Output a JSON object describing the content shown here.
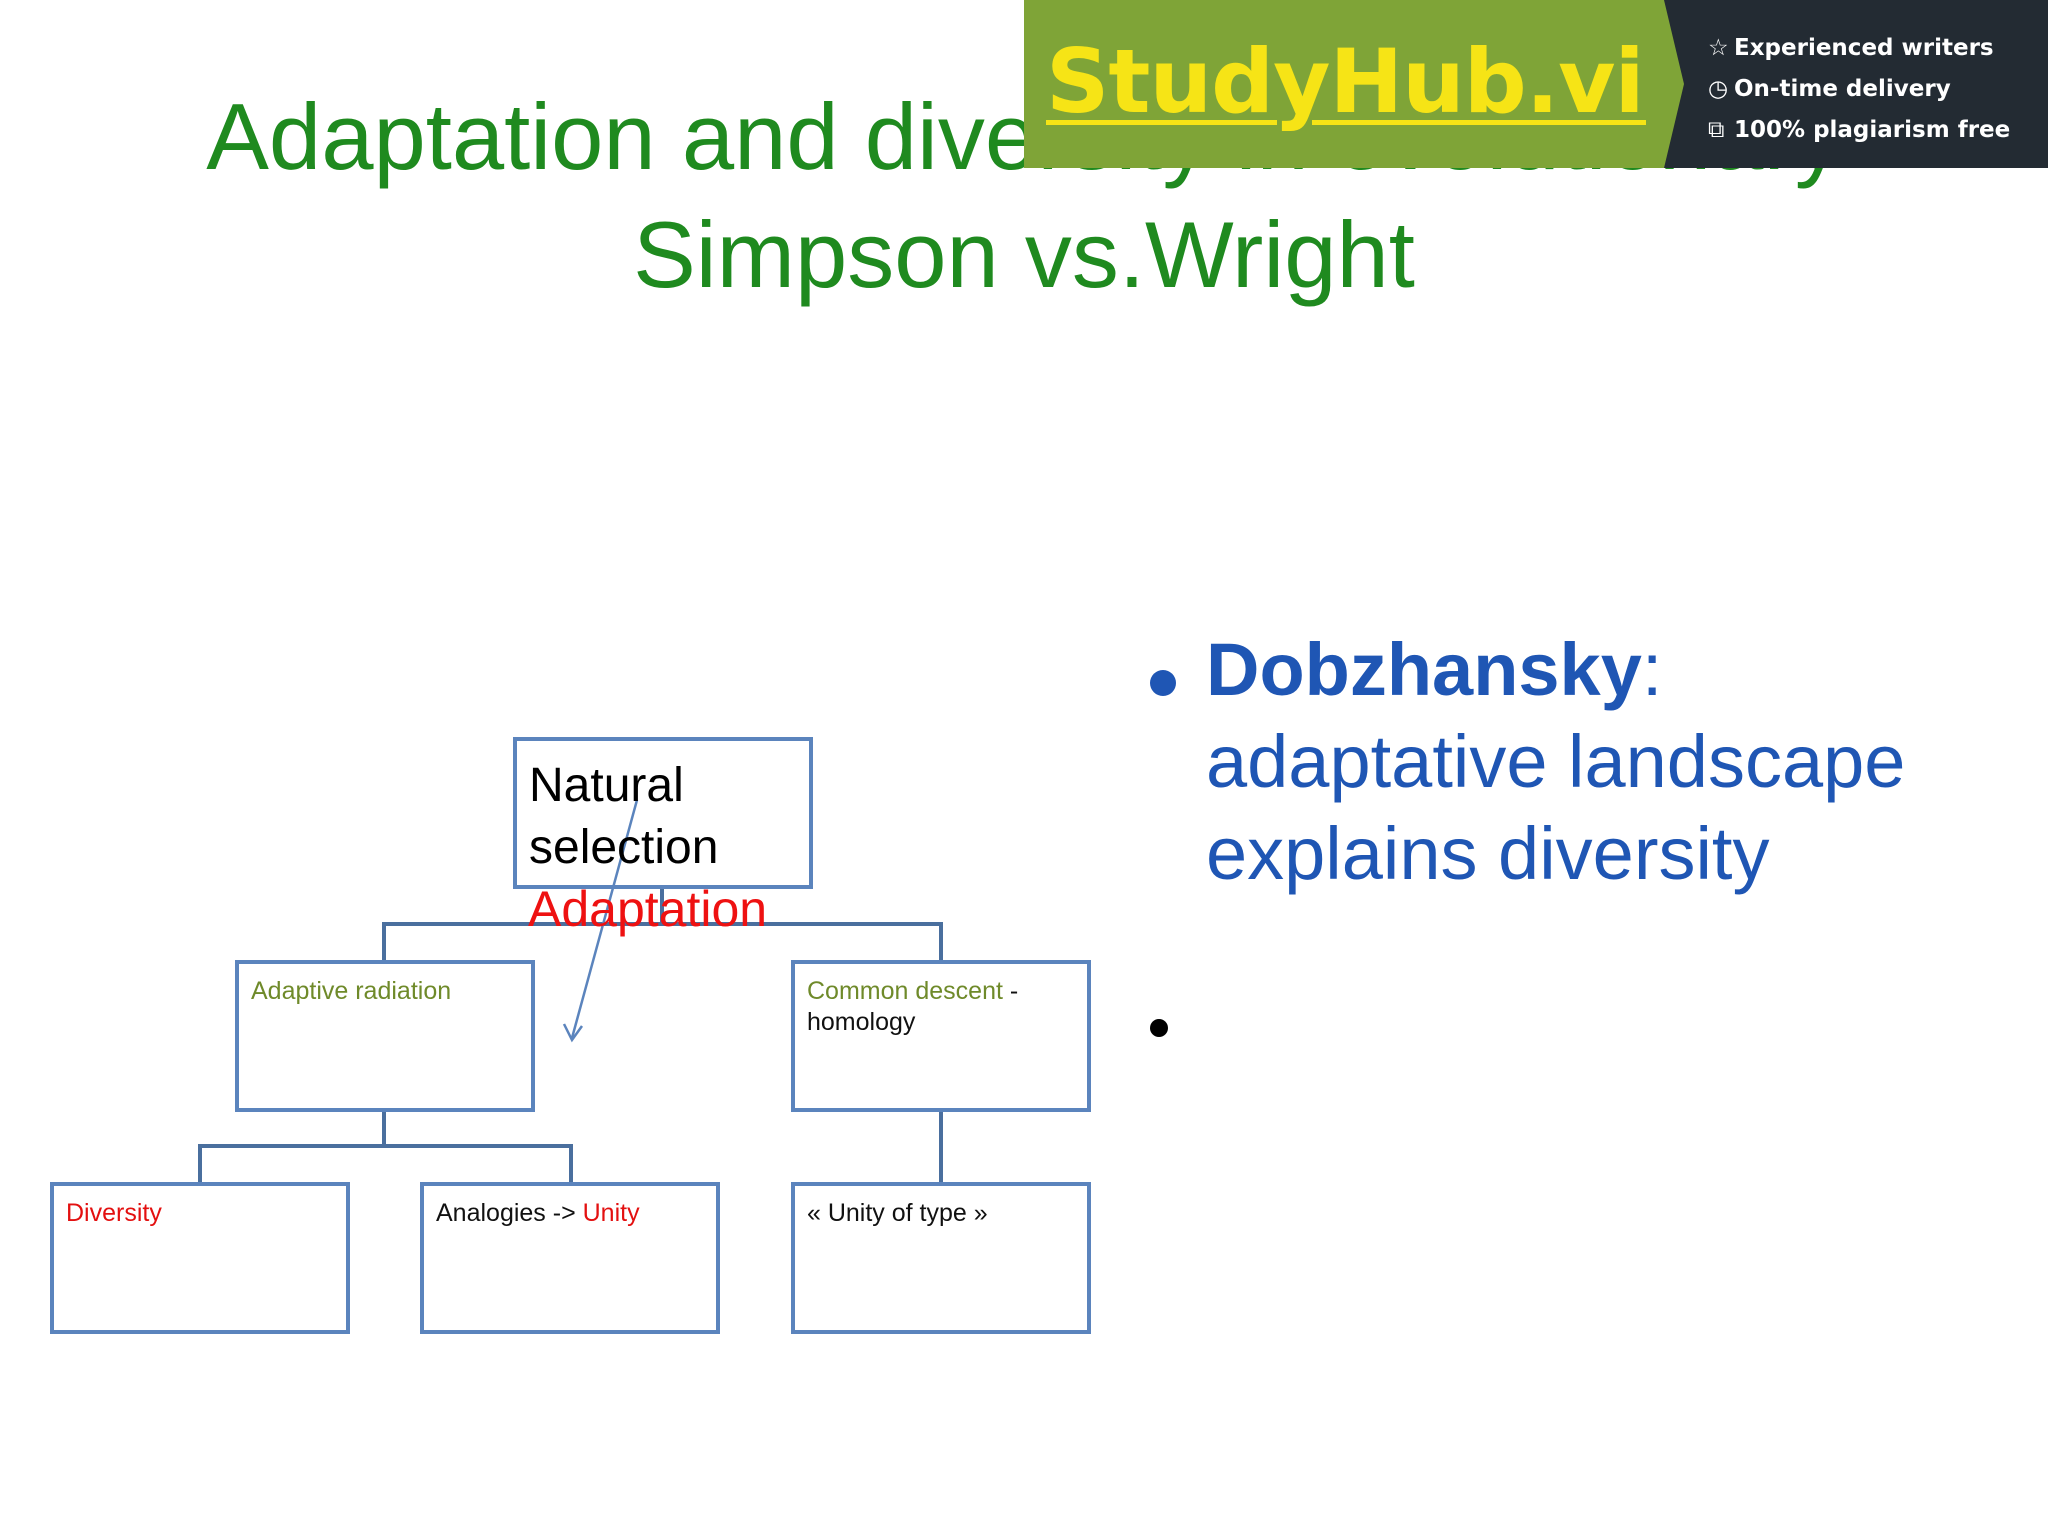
{
  "title": {
    "line1": "Adaptation and diversity in evolutionary",
    "line2": "Simpson vs.Wright"
  },
  "watermark": {
    "brand": "StudyHub.vip",
    "features": [
      {
        "icon": "star-outline-icon",
        "glyph": "☆",
        "text": "Experienced writers"
      },
      {
        "icon": "clock-icon",
        "glyph": "◷",
        "text": "On-time delivery"
      },
      {
        "icon": "copy-icon",
        "glyph": "⧉",
        "text": "100% plagiarism free"
      }
    ],
    "colors": {
      "green": "#7fa437",
      "dark": "#232b33",
      "brand_text": "#f6e416"
    }
  },
  "diagram": {
    "root": {
      "line1": "Natural",
      "line2": "selection",
      "overflow": "Adaptation"
    },
    "left": {
      "label": "Adaptive radiation"
    },
    "right": {
      "label": "Common descent",
      "dash": " -",
      "label2": "homology"
    },
    "leaf1": {
      "label": "Diversity"
    },
    "leaf2": {
      "prefix": "Analogies -> ",
      "suffix": "Unity"
    },
    "leaf3": {
      "label": "« Unity of type »"
    },
    "colors": {
      "box_border": "#5b84bd",
      "connector": "#4a6f9e",
      "olive": "#6f8a2a",
      "red": "#e31010"
    }
  },
  "bullets": {
    "first": {
      "name": "Dobzhansky",
      "colon": ":",
      "rest": "adaptative landscape explains diversity"
    },
    "second": {
      "text": ""
    }
  },
  "colors": {
    "title": "#1f8a1f",
    "bullet": "#1f56b4"
  }
}
